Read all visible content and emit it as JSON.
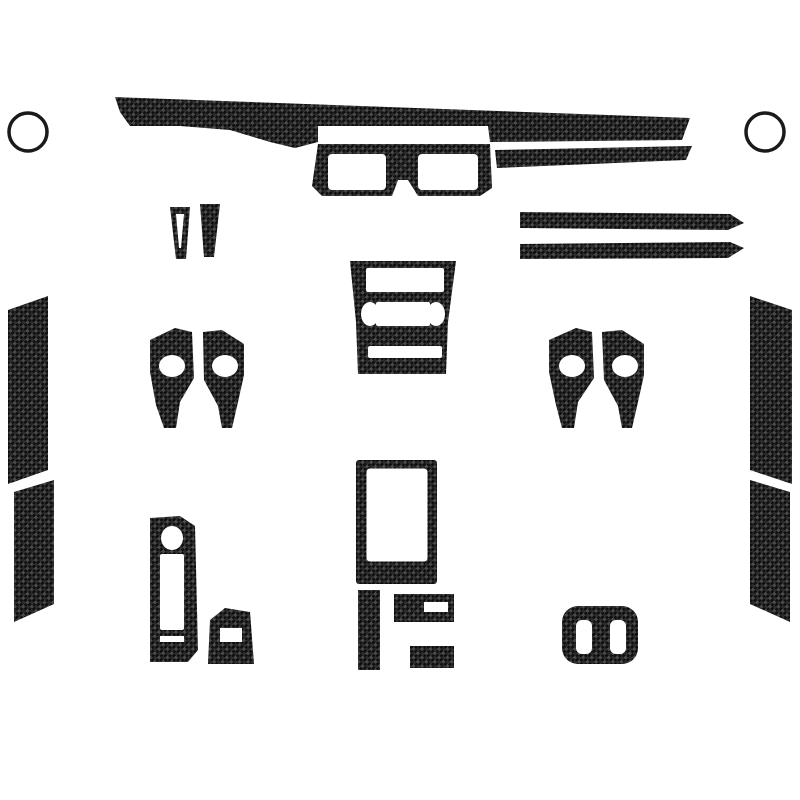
{
  "image": {
    "subject": "carbon-fibre-interior-trim-kit",
    "background": "#ffffff",
    "carbon_dark": "#0f0f0f",
    "carbon_light": "#5a5a5a"
  },
  "pieces": [
    "dashboard-upper-trim",
    "center-air-vent-bezel",
    "passenger-dash-strip",
    "left-air-vent-ring",
    "right-air-vent-ring",
    "a-pillar-small-trims",
    "passenger-door-trims",
    "center-console-climate-panel",
    "door-handle-bezels",
    "rear-door-handle-bezels",
    "left-door-panels",
    "right-door-panels",
    "gear-shift-panel",
    "center-console-lower-pieces",
    "window-switch-panel",
    "mirror-switch-pad",
    "seat-switch-cover"
  ]
}
